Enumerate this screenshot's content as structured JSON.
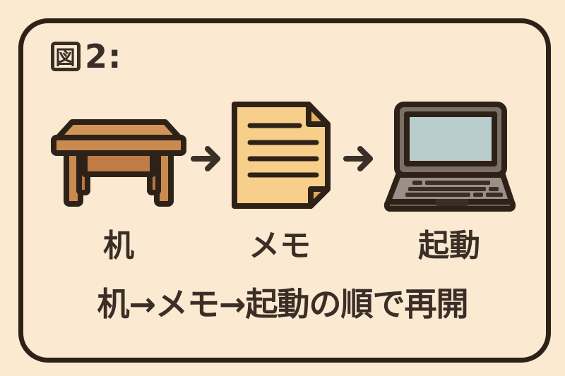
{
  "figure": {
    "label_prefix": "図",
    "label_number": "2:",
    "label_full": "図2:"
  },
  "steps": [
    {
      "icon": "desk-icon",
      "label": "机"
    },
    {
      "icon": "memo-icon",
      "label": "メモ"
    },
    {
      "icon": "laptop-icon",
      "label": "起動"
    }
  ],
  "arrows": [
    "arrow-right-icon",
    "arrow-right-icon"
  ],
  "summary": "机→メモ→起動の順で再開",
  "colors": {
    "background": "#fbe9d0",
    "outline": "#2e2218",
    "text": "#3a2e26",
    "desk_wood": "#c98a4f",
    "memo_paper": "#f7cf8b",
    "memo_fold": "#e0a85a",
    "laptop_body": "#7a7066",
    "laptop_screen": "#b9cdcc"
  }
}
